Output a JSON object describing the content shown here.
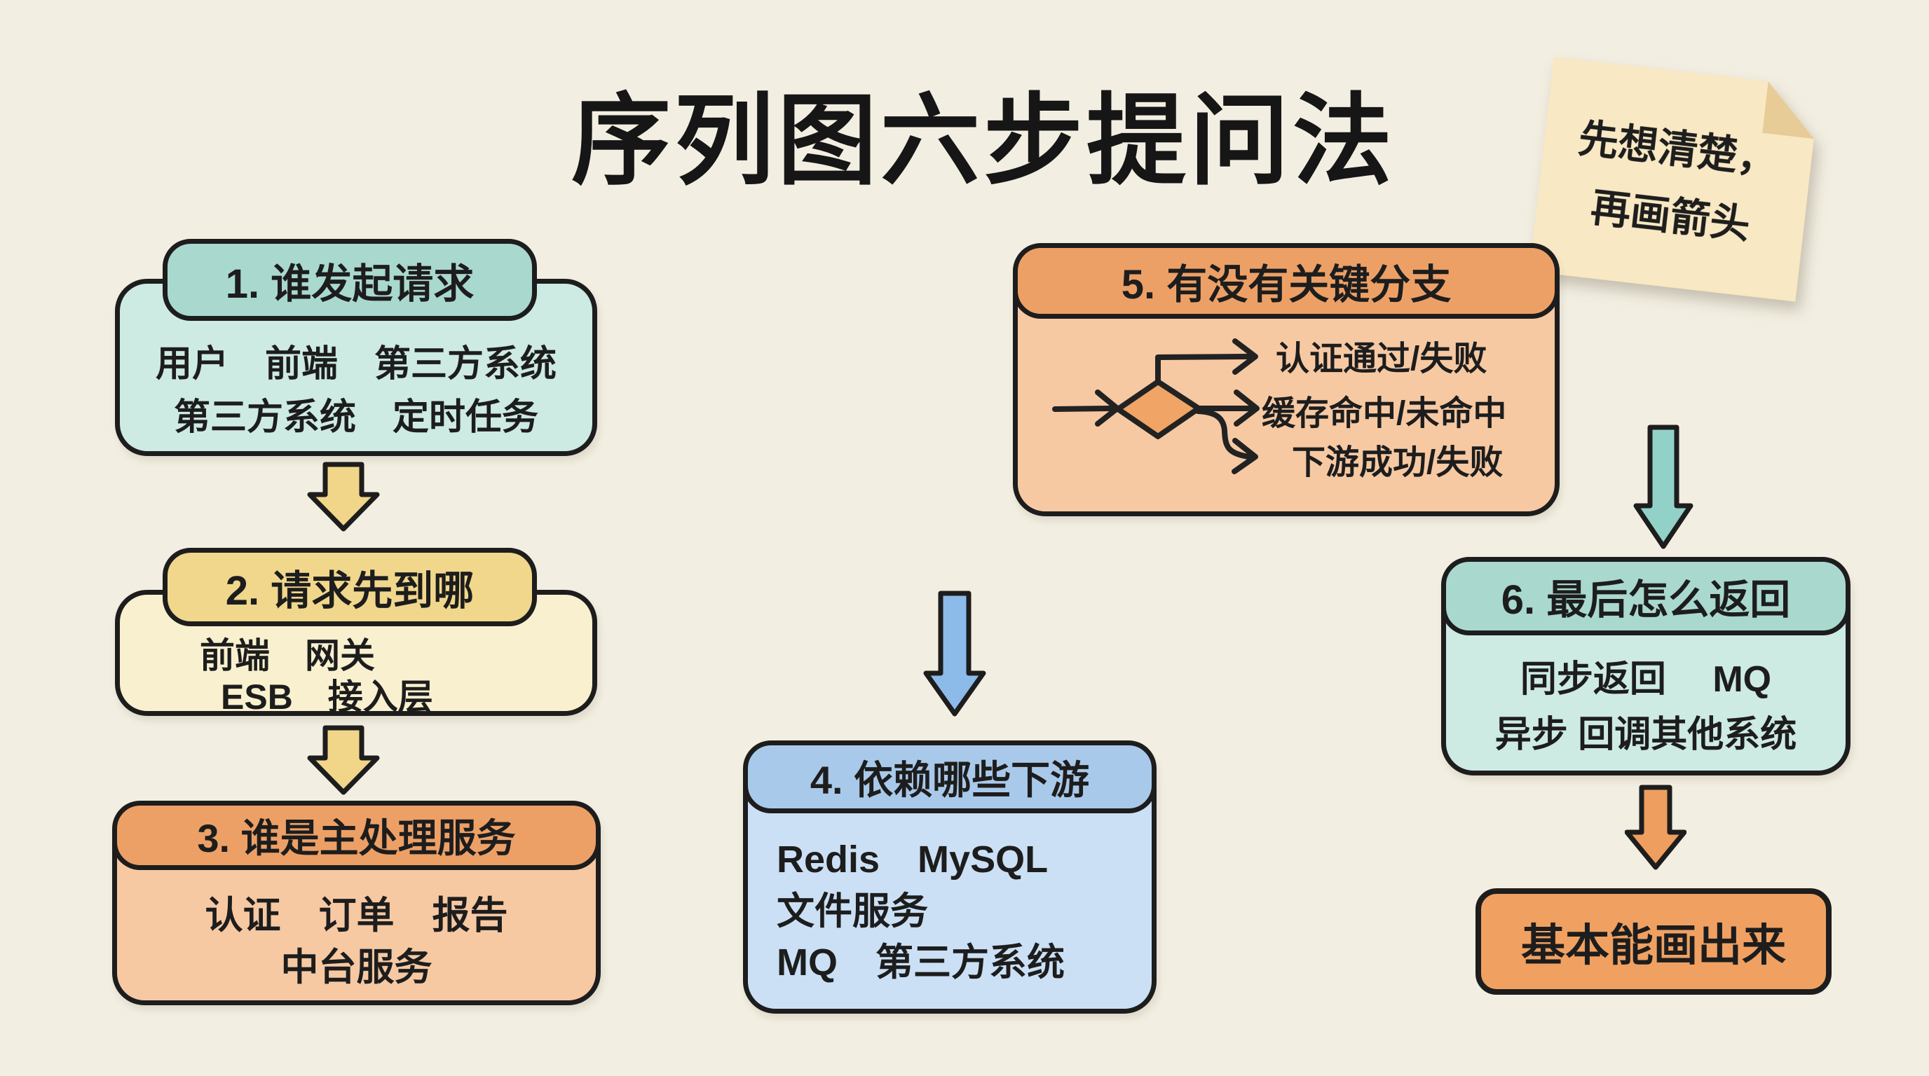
{
  "title": "序列图六步提问法",
  "sticky_note": {
    "lines": [
      "先想清楚，",
      "再画箭头"
    ]
  },
  "step1": {
    "header": "1. 谁发起请求",
    "lines": [
      "用户　前端　第三方系统",
      "第三方系统　定时任务"
    ]
  },
  "step2": {
    "header": "2. 请求先到哪",
    "lines": [
      "前端　网关",
      "ESB　接入层"
    ]
  },
  "step3": {
    "header": "3. 谁是主处理服务",
    "lines": [
      "认证　订单　报告",
      "中台服务"
    ]
  },
  "step4": {
    "header": "4. 依赖哪些下游",
    "lines": [
      "Redis　MySQL",
      "文件服务",
      "MQ　第三方系统"
    ]
  },
  "step5": {
    "header": "5. 有没有关键分支",
    "branches": [
      "认证通过/失败",
      "缓存命中/未命中",
      "下游成功/失败"
    ]
  },
  "step6": {
    "header": "6. 最后怎么返回",
    "lines": [
      "同步返回　 MQ",
      "异步 回调其他系统"
    ]
  },
  "final_box": {
    "label": "基本能画出来"
  },
  "icons": {
    "flow_arrow": "down-block-arrow",
    "decision_diamond": "diamond",
    "branch_arrow": "elbow-arrow",
    "sticky_fold": "folded-corner"
  },
  "colors": {
    "background": "#f2eee1",
    "outline": "#1d1d1d",
    "teal_header": "#a9d8cf",
    "teal_body": "#cdeae3",
    "yellow_header": "#f0d78c",
    "yellow_body": "#f9f0cf",
    "orange_header": "#eda066",
    "orange_body": "#f6c9a3",
    "blue_header": "#a9c9ea",
    "blue_body": "#cbe0f5",
    "final_box": "#f0a161",
    "sticky_note": "#f8e8c3",
    "sticky_fold": "#e7cc97",
    "arrow_yellow": "#f1d689",
    "arrow_blue": "#8cbae9",
    "arrow_teal": "#92d1c7",
    "arrow_orange": "#ee9e5f",
    "diamond_fill": "#f0a466"
  }
}
